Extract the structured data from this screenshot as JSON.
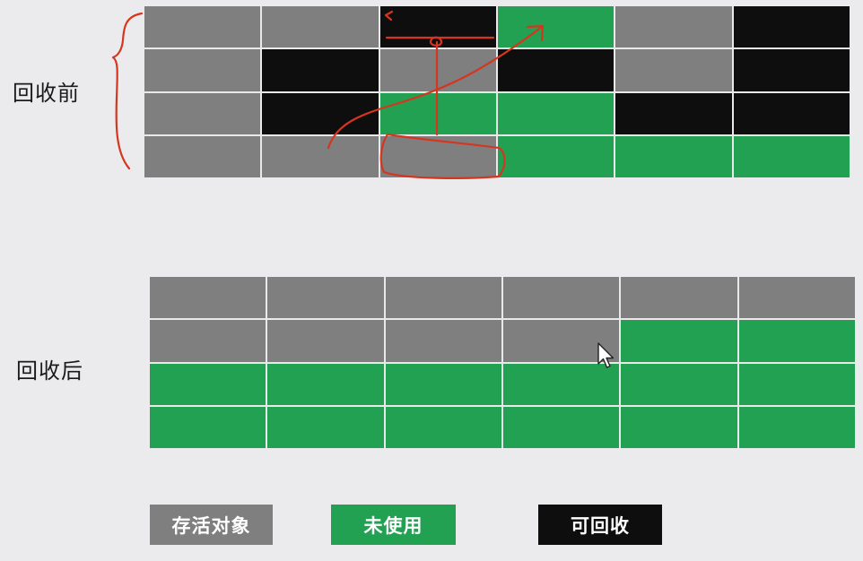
{
  "labels": {
    "before": "回收前",
    "after": "回收后"
  },
  "legend": [
    {
      "key": "live",
      "label": "存活对象",
      "color": "#7f7f7f"
    },
    {
      "key": "free",
      "label": "未使用",
      "color": "#22a152"
    },
    {
      "key": "garbage",
      "label": "可回收",
      "color": "#0e0e0e"
    }
  ],
  "grid_before": [
    [
      "live",
      "live",
      "garbage",
      "free",
      "live",
      "garbage"
    ],
    [
      "live",
      "garbage",
      "live",
      "garbage",
      "live",
      "garbage"
    ],
    [
      "live",
      "garbage",
      "free",
      "free",
      "garbage",
      "garbage"
    ],
    [
      "live",
      "live",
      "live",
      "free",
      "free",
      "free"
    ]
  ],
  "grid_after": [
    [
      "live",
      "live",
      "live",
      "live",
      "live",
      "live"
    ],
    [
      "live",
      "live",
      "live",
      "live",
      "free",
      "free"
    ],
    [
      "free",
      "free",
      "free",
      "free",
      "free",
      "free"
    ],
    [
      "free",
      "free",
      "free",
      "free",
      "free",
      "free"
    ]
  ],
  "annotation_color": "#d6351f"
}
